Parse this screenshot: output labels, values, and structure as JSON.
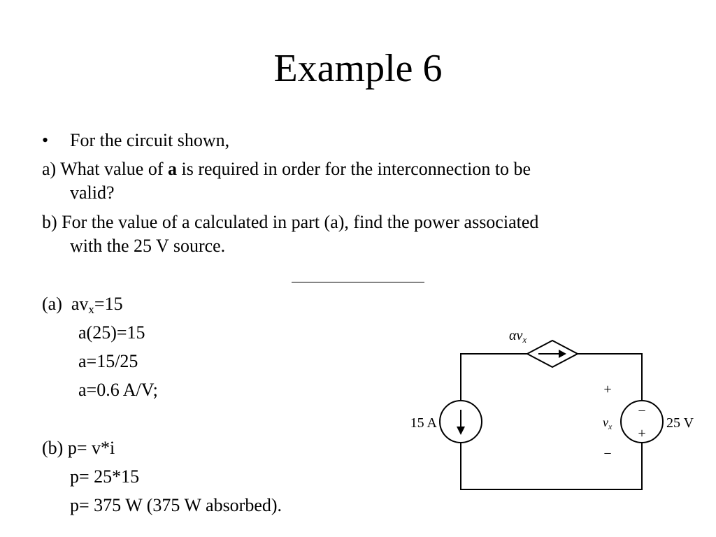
{
  "title": "Example 6",
  "bullet_glyph": "•",
  "intro": "For the circuit shown,",
  "question_a": {
    "prefix": "a) What value of ",
    "bold": "a",
    "suffix": " is required in order for the interconnection to be",
    "continuation": "valid?"
  },
  "question_b": {
    "line1": "b) For the value of a calculated in part (a), find the power associated",
    "line2": "with the 25 V source."
  },
  "solution_a": {
    "label": "(a)",
    "eq1_pre": "av",
    "eq1_sub": "x",
    "eq1_post": "=15",
    "eq2": "a(25)=15",
    "eq3": "a=15/25",
    "eq4": "a=0.6 A/V;"
  },
  "solution_b": {
    "line1": "(b) p= v*i",
    "line2": "p= 25*15",
    "line3": "p= 375 W (375 W absorbed)."
  },
  "circuit": {
    "dependent_source_label": "αv",
    "dependent_source_sub": "x",
    "current_source_label": "15 A",
    "voltage_source_label": "25 V",
    "vx_label": "v",
    "vx_sub": "x",
    "plus_sign": "+",
    "minus_sign": "−"
  }
}
